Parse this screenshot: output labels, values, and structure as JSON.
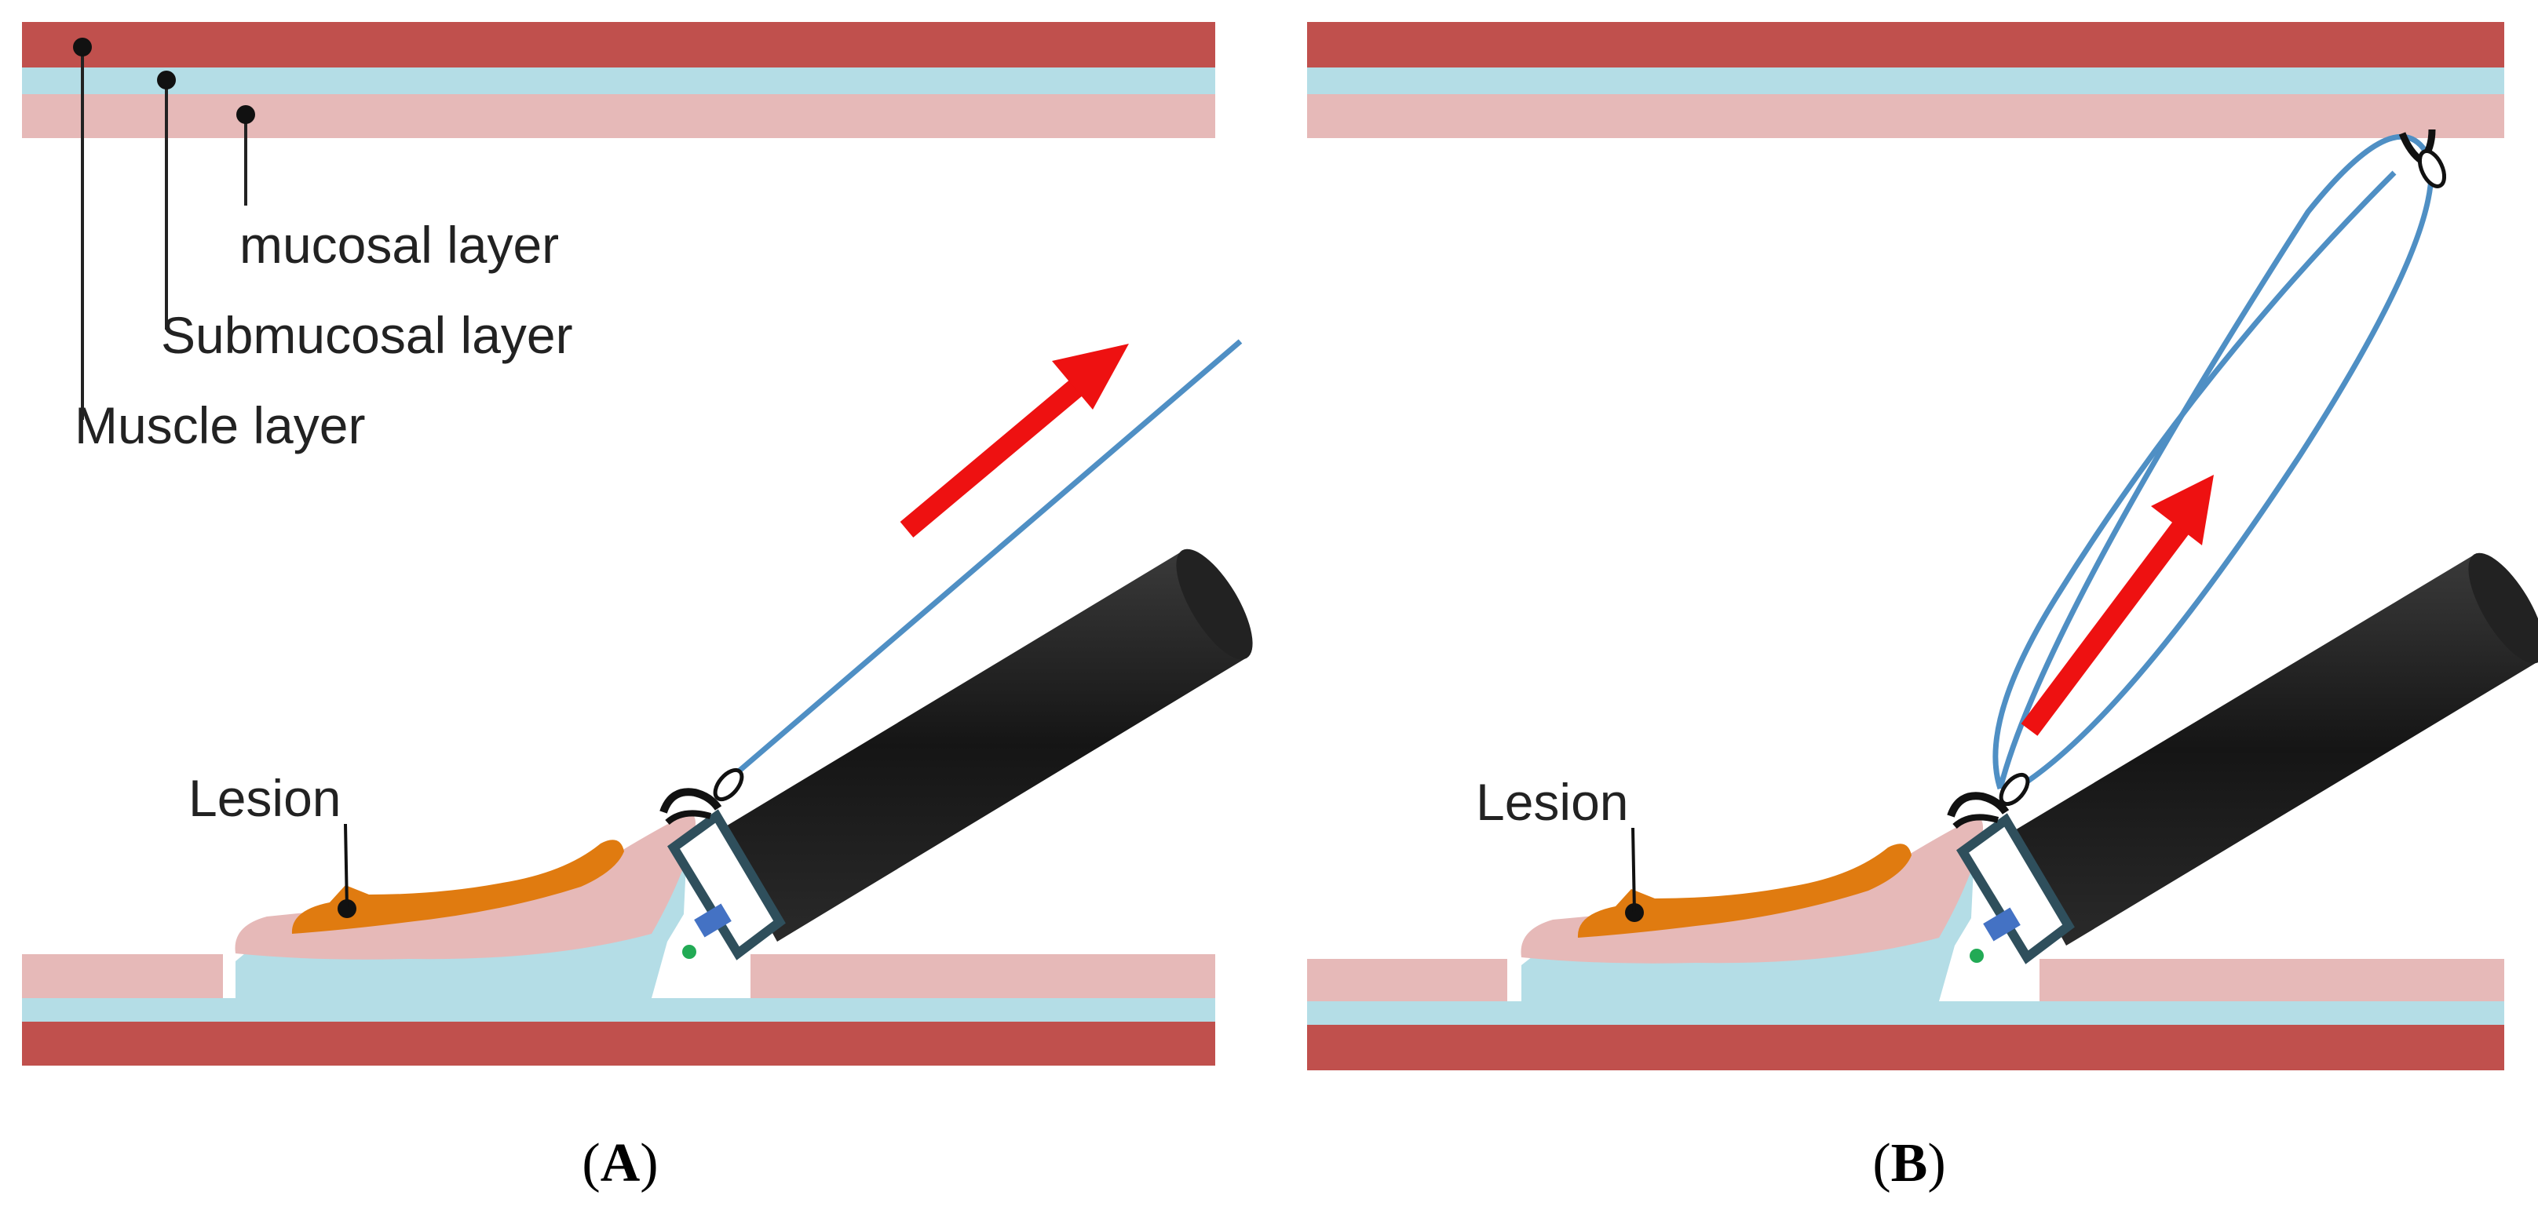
{
  "colors": {
    "muscle": "#c0504d",
    "submucosa": "#b4dde6",
    "mucosa": "#e6b9b8",
    "lesion": "#e07b10",
    "thread": "#4f8fc4",
    "arrow": "#ee1111",
    "scope": "#1a1a1a",
    "cap_frame": "#2f4f5c"
  },
  "panelA": {
    "layer_labels": {
      "mucosal": "mucosal layer",
      "submucosal": "Submucosal layer",
      "muscle": "Muscle layer"
    },
    "lesion_label": "Lesion",
    "caption": {
      "open": "(",
      "letter": "A",
      "close": ")"
    }
  },
  "panelB": {
    "lesion_label": "Lesion",
    "caption": {
      "open": "(",
      "letter": "B",
      "close": ")"
    }
  },
  "icons": {
    "clip": "clip-icon",
    "arrow": "traction-arrow-icon",
    "endoscope": "endoscope-icon"
  }
}
